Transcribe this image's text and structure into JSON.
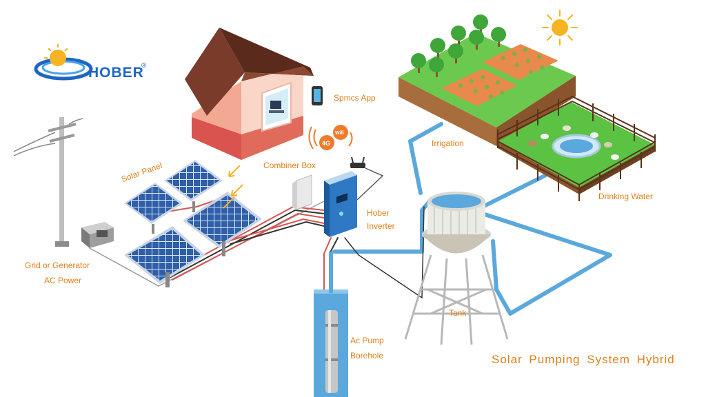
{
  "brand": {
    "name": "HOBER",
    "mark": "®"
  },
  "labels": {
    "solar_panel": "Solar Panel",
    "spmcs_app": "Spmcs App",
    "combiner_box": "Combiner Box",
    "hober_inverter_1": "Hober",
    "hober_inverter_2": "Inverter",
    "irrigation": "Irrigation",
    "drinking_water": "Drinking Water",
    "grid_1": "Grid or Generator",
    "grid_2": "AC Power",
    "tank": "Tank",
    "pump_1": "Ac Pump",
    "pump_2": "Borehole",
    "badge_4g": "4G",
    "badge_wifi": "Wifi"
  },
  "title": "Solar Pumping System Hybrid",
  "colors": {
    "accent_text": "#e07f1a",
    "water_pipe": "#5aa8dc",
    "cable_red": "#d9534f",
    "brand_blue": "#1e66c4",
    "grass": "#5cc243"
  }
}
